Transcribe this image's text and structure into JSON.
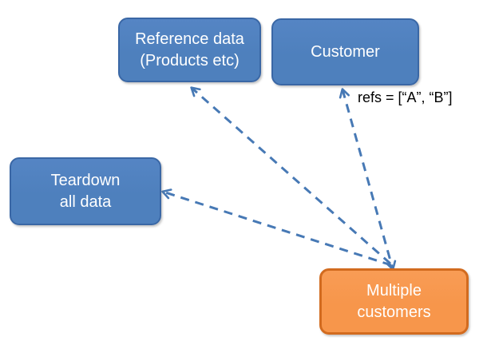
{
  "diagram": {
    "colors": {
      "blue_fill": "#4E80BD",
      "blue_border": "#3A67A5",
      "orange_fill": "#F7964B",
      "orange_border": "#D26B1F",
      "arrow": "#4779B5",
      "node_text": "#FFFFFF",
      "annotation_text": "#000000",
      "background": "#FFFFFF"
    },
    "nodes": {
      "reference": {
        "lines": [
          "Reference data",
          "(Products etc)"
        ],
        "color": "blue"
      },
      "customer": {
        "lines": [
          "Customer"
        ],
        "color": "blue"
      },
      "teardown": {
        "lines": [
          "Teardown",
          "all data"
        ],
        "color": "blue"
      },
      "multiple": {
        "lines": [
          "Multiple",
          "customers"
        ],
        "color": "orange"
      }
    },
    "annotation": {
      "text": "refs = [“A”, “B”]"
    },
    "edges": [
      {
        "from": "multiple",
        "to": "reference",
        "style": "dashed",
        "arrowheads": "end"
      },
      {
        "from": "multiple",
        "to": "teardown",
        "style": "dashed",
        "arrowheads": "end"
      },
      {
        "from": "customer",
        "to": "multiple",
        "style": "dashed",
        "arrowheads": "both",
        "label": "refs = [“A”, “B”]"
      }
    ]
  }
}
